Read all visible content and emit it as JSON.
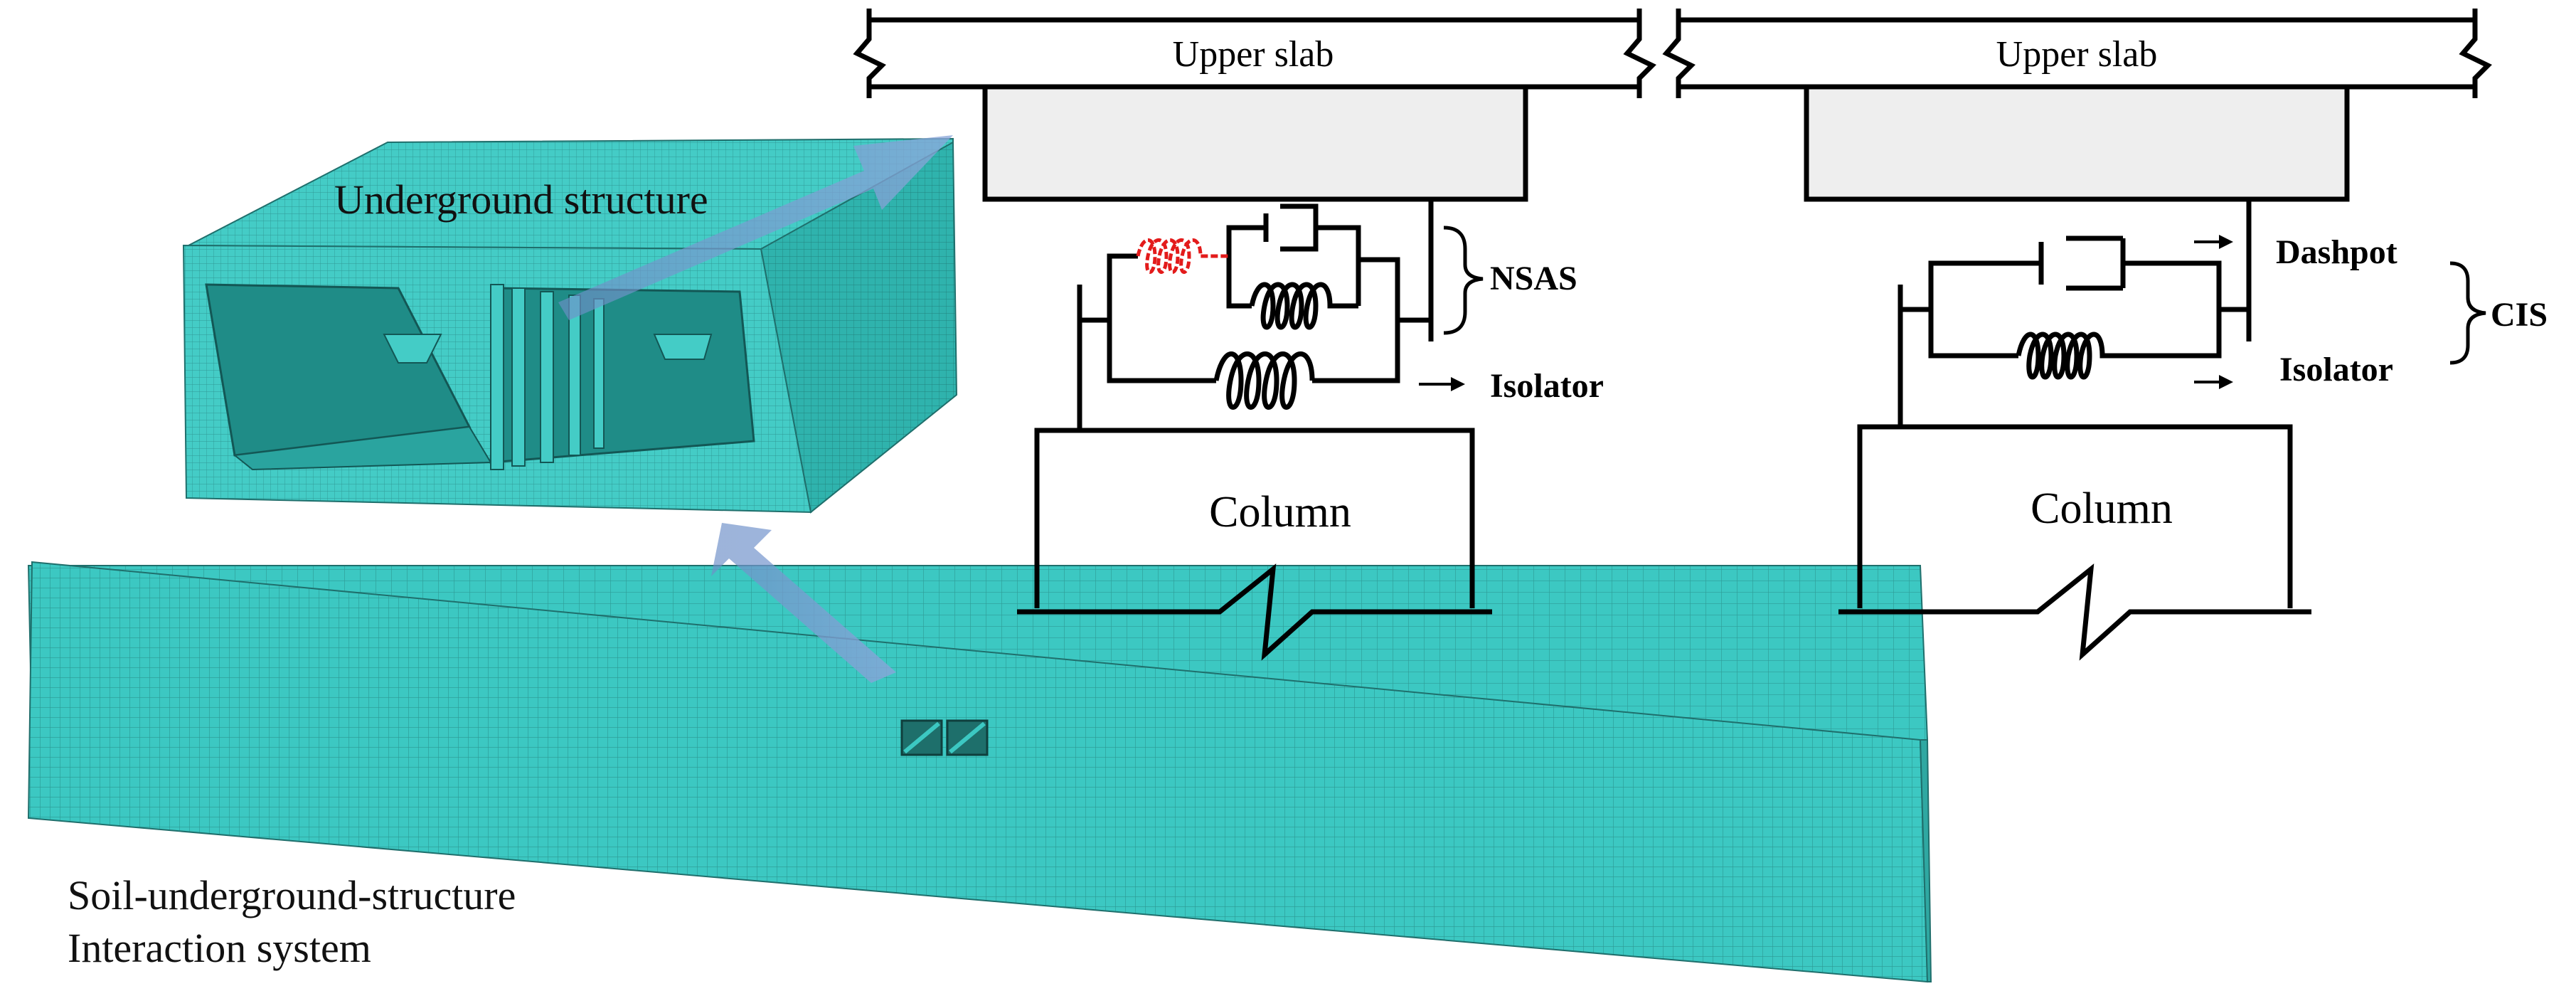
{
  "fem": {
    "underground_structure_label": "Underground structure",
    "soil_system_label_line1": "Soil-underground-structure",
    "soil_system_label_line2": "Interaction system",
    "mesh_color": "#3cc8c2",
    "mesh_line_color": "#1f6f6c",
    "arrow_color": "#7f9cd0"
  },
  "left_diagram": {
    "upper_slab_label": "Upper slab",
    "column_label": "Column",
    "bracket_label": "NSAS",
    "isolator_label": "Isolator",
    "nonlinear_spring_color": "#e31b1b"
  },
  "right_diagram": {
    "upper_slab_label": "Upper slab",
    "column_label": "Column",
    "bracket_label": "CIS",
    "dashpot_label": "Dashpot",
    "isolator_label": "Isolator"
  }
}
